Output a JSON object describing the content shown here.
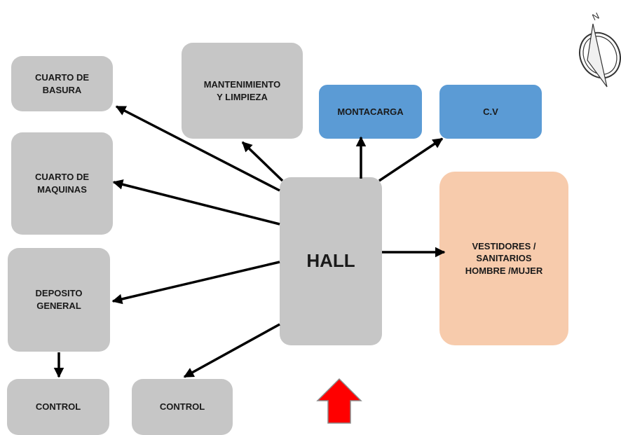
{
  "nodes": {
    "cuarto_basura": "CUARTO DE\nBASURA",
    "mantenimiento": "MANTENIMIENTO\nY LIMPIEZA",
    "montacarga": "MONTACARGA",
    "cv": "C.V",
    "cuarto_maquinas": "CUARTO DE\nMAQUINAS",
    "hall": "HALL",
    "vestidores": "VESTIDORES /\nSANITARIOS\nHOMBRE /MUJER",
    "deposito": "DEPOSITO\nGENERAL",
    "control_left": "CONTROL",
    "control_mid": "CONTROL"
  },
  "compass": {
    "letter": "N",
    "icon": "north-compass-icon"
  },
  "entrance": {
    "icon": "entrance-arrow-icon",
    "color": "#ff0000"
  },
  "colors": {
    "grey": "#c6c6c6",
    "blue": "#5b9bd5",
    "peach": "#f7cbac",
    "arrow": "#000000"
  }
}
